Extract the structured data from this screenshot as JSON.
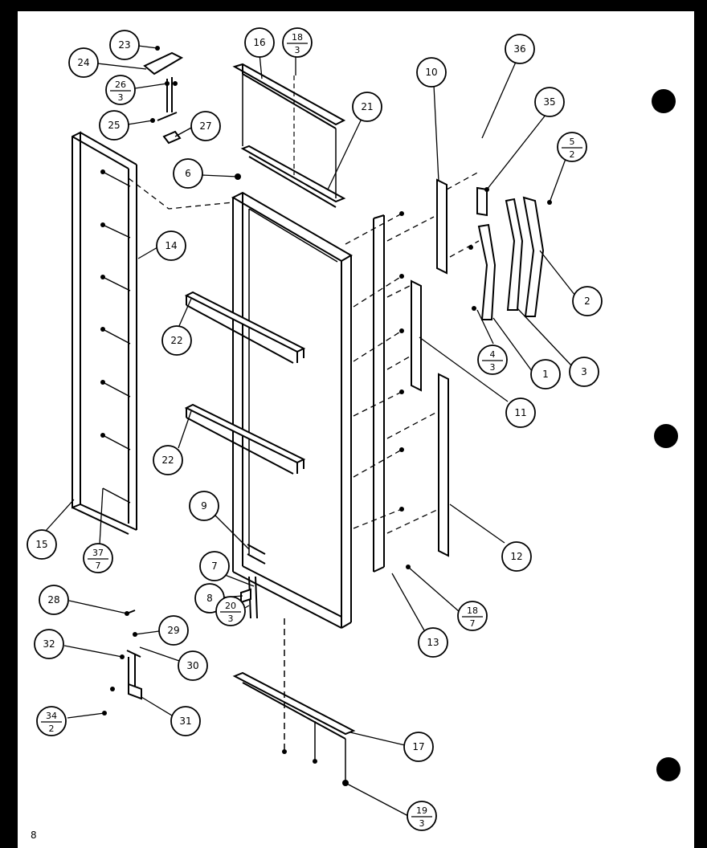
{
  "diagram": {
    "corner_mark": "8",
    "callouts": [
      {
        "id": "c23",
        "top": "23"
      },
      {
        "id": "c24",
        "top": "24"
      },
      {
        "id": "c26",
        "top": "26",
        "bottom": "3"
      },
      {
        "id": "c25",
        "top": "25"
      },
      {
        "id": "c27",
        "top": "27"
      },
      {
        "id": "c6",
        "top": "6"
      },
      {
        "id": "c16",
        "top": "16"
      },
      {
        "id": "c18a",
        "top": "18",
        "bottom": "3"
      },
      {
        "id": "c21",
        "top": "21"
      },
      {
        "id": "c10",
        "top": "10"
      },
      {
        "id": "c36",
        "top": "36"
      },
      {
        "id": "c35",
        "top": "35"
      },
      {
        "id": "c5",
        "top": "5",
        "bottom": "2"
      },
      {
        "id": "c14",
        "top": "14"
      },
      {
        "id": "c2",
        "top": "2"
      },
      {
        "id": "c22a",
        "top": "22"
      },
      {
        "id": "c4",
        "top": "4",
        "bottom": "3"
      },
      {
        "id": "c1",
        "top": "1"
      },
      {
        "id": "c3",
        "top": "3"
      },
      {
        "id": "c11",
        "top": "11"
      },
      {
        "id": "c22b",
        "top": "22"
      },
      {
        "id": "c9",
        "top": "9"
      },
      {
        "id": "c15",
        "top": "15"
      },
      {
        "id": "c37",
        "top": "37",
        "bottom": "7"
      },
      {
        "id": "c12",
        "top": "12"
      },
      {
        "id": "c7",
        "top": "7"
      },
      {
        "id": "c8",
        "top": "8"
      },
      {
        "id": "c18b",
        "top": "18",
        "bottom": "7"
      },
      {
        "id": "c20",
        "top": "20",
        "bottom": "3"
      },
      {
        "id": "c13",
        "top": "13"
      },
      {
        "id": "c28",
        "top": "28"
      },
      {
        "id": "c29",
        "top": "29"
      },
      {
        "id": "c32",
        "top": "32"
      },
      {
        "id": "c30",
        "top": "30"
      },
      {
        "id": "c34",
        "top": "34",
        "bottom": "2"
      },
      {
        "id": "c31",
        "top": "31"
      },
      {
        "id": "c17",
        "top": "17"
      },
      {
        "id": "c19",
        "top": "19",
        "bottom": "3"
      }
    ]
  }
}
